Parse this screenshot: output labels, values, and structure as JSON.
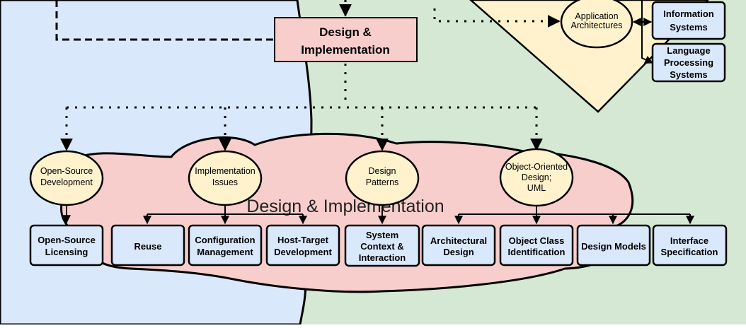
{
  "header_box": {
    "line1": "Design &",
    "line2": "Implementation"
  },
  "app_arch": {
    "line1": "Application",
    "line2": "Architectures"
  },
  "info_systems": {
    "line1": "Information",
    "line2": "Systems"
  },
  "lang_processing": {
    "line1": "Language",
    "line2": "Processing",
    "line3": "Systems"
  },
  "cloud": {
    "title": "Design & Implementation"
  },
  "ellipses": {
    "open_source": {
      "line1": "Open-Source",
      "line2": "Development"
    },
    "impl_issues": {
      "line1": "Implementation",
      "line2": "Issues"
    },
    "design_patterns": {
      "line1": "Design",
      "line2": "Patterns"
    },
    "oo_design": {
      "line1": "Object-Oriented",
      "line2": "Design;",
      "line3": "UML"
    }
  },
  "boxes": {
    "os_licensing": {
      "line1": "Open-Source",
      "line2": "Licensing"
    },
    "reuse": {
      "line1": "Reuse"
    },
    "config_mgmt": {
      "line1": "Configuration",
      "line2": "Management"
    },
    "host_target": {
      "line1": "Host-Target",
      "line2": "Development"
    },
    "system_context": {
      "line1": "System",
      "line2": "Context &",
      "line3": "Interaction"
    },
    "arch_design": {
      "line1": "Architectural",
      "line2": "Design"
    },
    "object_class": {
      "line1": "Object Class",
      "line2": "Identification"
    },
    "design_models": {
      "line1": "Design Models"
    },
    "interface_spec": {
      "line1": "Interface",
      "line2": "Specification"
    }
  },
  "colors": {
    "left_region": "#dae8fc",
    "right_region": "#d5e8d4",
    "pink": "#f8cecc",
    "yellow": "#fff2cc",
    "blue_box": "#dae8fc",
    "stroke": "#000000"
  }
}
